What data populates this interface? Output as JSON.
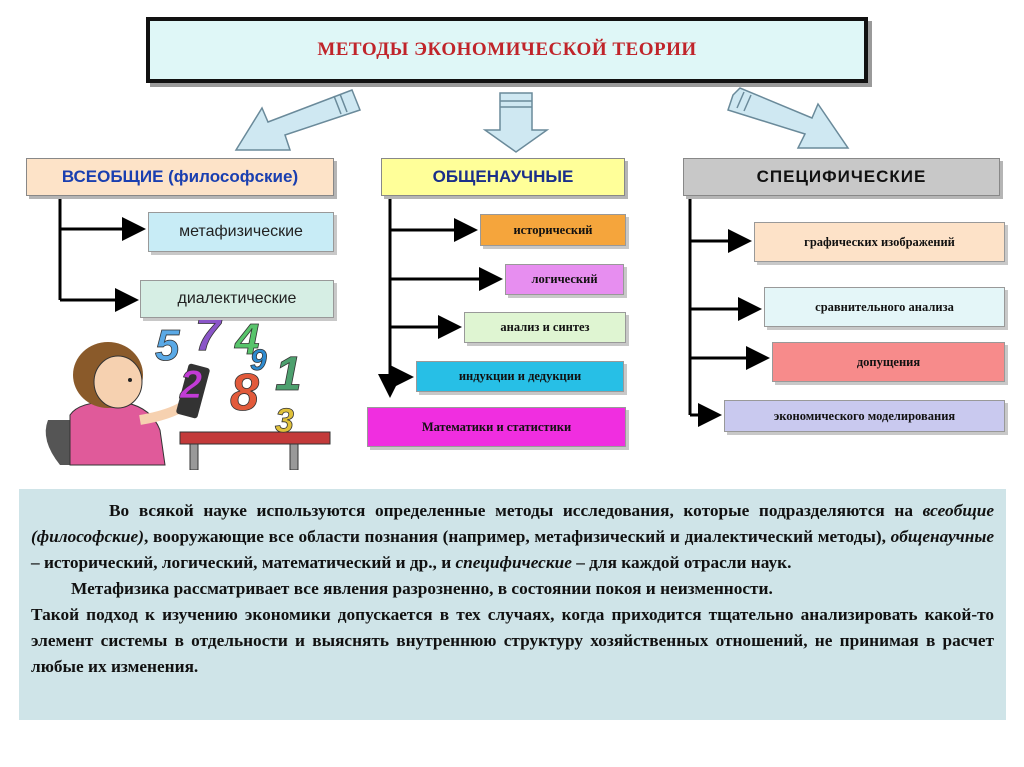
{
  "title": "МЕТОДЫ ЭКОНОМИЧЕСКОЙ ТЕОРИИ",
  "categories": [
    {
      "label": "ВСЕОБЩИЕ (философские)",
      "color": "#fde3c8",
      "items": [
        {
          "label": "метафизические",
          "color": "#c8ecf6"
        },
        {
          "label": "диалектические",
          "color": "#d6eee4"
        }
      ]
    },
    {
      "label": "ОБЩЕНАУЧНЫЕ",
      "color": "#ffff99",
      "items": [
        {
          "label": "исторический",
          "color": "#f5a53c"
        },
        {
          "label": "логический",
          "color": "#e78ef0"
        },
        {
          "label": "анализ и синтез",
          "color": "#dff5d2"
        },
        {
          "label": "индукции и дедукции",
          "color": "#27bfe6"
        },
        {
          "label": "Математики и статистики",
          "color": "#f02ee0"
        }
      ]
    },
    {
      "label": "СПЕЦИФИЧЕСКИЕ",
      "color": "#c8c8c8",
      "items": [
        {
          "label": "графических изображений",
          "color": "#fde2c8"
        },
        {
          "label": "сравнительного анализа",
          "color": "#e4f6f8"
        },
        {
          "label": "допущения",
          "color": "#f78b8b"
        },
        {
          "label": "экономического моделирования",
          "color": "#c9c9ef"
        }
      ]
    }
  ],
  "paragraph": {
    "p1_a": "Во всякой науке используются определенные методы исследования, которые подразделяются на ",
    "p1_em1": "всеобщие (философские)",
    "p1_b": ", вооружающие все области познания (например, метафизический и диалектический методы), ",
    "p1_em2": "общенаучные",
    "p1_c": " – исторический, логический, математический и др., и ",
    "p1_em3": "специфические",
    "p1_d": " – для каждой отрасли наук.",
    "p2": "Метафизика рассматривает все явления разрозненно, в состоянии покоя и неизменности.",
    "p3": "Такой подход к изучению экономики допускается в тех случаях, когда приходится тщательно анализировать какой-то элемент системы в отдельности и выяснять внутреннюю структуру хозяйственных отношений, не принимая в расчет любые их изменения."
  },
  "illustration": {
    "digits": [
      "5",
      "7",
      "4",
      "2",
      "8",
      "1",
      "3",
      "9"
    ],
    "digit_colors": [
      "#5aa9e6",
      "#8a55c8",
      "#58c46b",
      "#c23bd6",
      "#e25a3b",
      "#4da06e",
      "#e0c13a",
      "#2e8bd0"
    ]
  },
  "colors": {
    "title_text": "#c0242a",
    "paragraph_bg": "#cfe4e8",
    "arrow_fill": "#cfe8f2",
    "connector": "#000000"
  }
}
